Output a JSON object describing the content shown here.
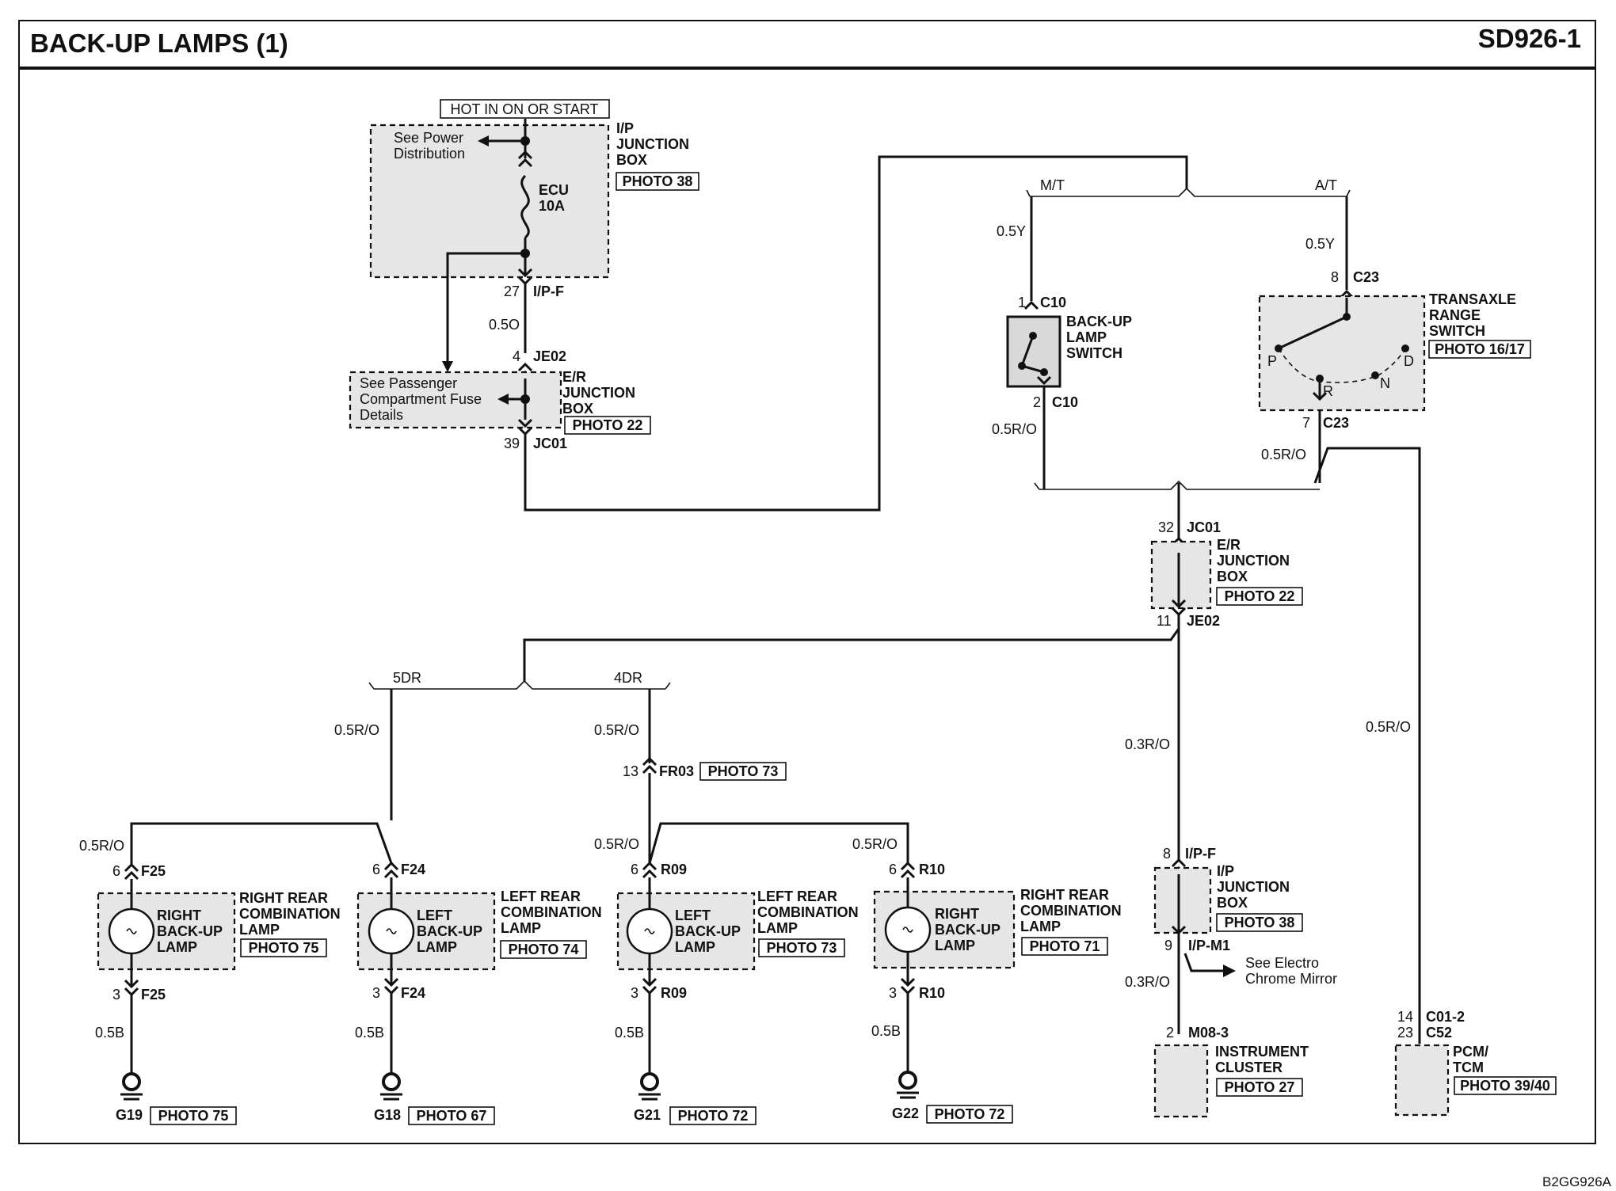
{
  "header": {
    "title": "BACK-UP LAMPS (1)",
    "code": "SD926-1"
  },
  "footer": {
    "ref": "B2GG926A"
  },
  "top": {
    "hot_label": "HOT IN ON OR START",
    "see_power": [
      "See Power",
      "Distribution"
    ],
    "ip_jb": [
      "I/P",
      "JUNCTION",
      "BOX"
    ],
    "ip_jb_photo": "PHOTO 38",
    "fuse": [
      "ECU",
      "10A"
    ],
    "pin27": "27",
    "conn_ipf": "I/P-F",
    "wire_05o": "0.5O",
    "pin4": "4",
    "conn_je02": "JE02",
    "see_pass": [
      "See Passenger",
      "Compartment Fuse",
      "Details"
    ],
    "er_jb": [
      "E/R",
      "JUNCTION",
      "BOX"
    ],
    "er_jb_photo": "PHOTO 22",
    "pin39": "39",
    "conn_jc01": "JC01"
  },
  "trans": {
    "mt": "M/T",
    "at": "A/T",
    "wire_05y": "0.5Y",
    "pin1": "1",
    "c10": "C10",
    "pin2": "2",
    "backup_switch": [
      "BACK-UP",
      "LAMP",
      "SWITCH"
    ],
    "wire_05ro": "0.5R/O",
    "pin8": "8",
    "c23": "C23",
    "pin7": "7",
    "trs": [
      "TRANSAXLE",
      "RANGE",
      "SWITCH"
    ],
    "trs_photo": "PHOTO 16/17",
    "pos_p": "P",
    "pos_r": "R",
    "pos_n": "N",
    "pos_d": "D"
  },
  "mid": {
    "pin32": "32",
    "conn_jc01": "JC01",
    "er_jb": [
      "E/R",
      "JUNCTION",
      "BOX"
    ],
    "er_photo": "PHOTO 22",
    "pin11": "11",
    "conn_je02": "JE02",
    "wire_03ro": "0.3R/O",
    "pin8": "8",
    "conn_ipf": "I/P-F",
    "ip_jb": [
      "I/P",
      "JUNCTION",
      "BOX"
    ],
    "ip_photo": "PHOTO 38",
    "pin9": "9",
    "conn_ipm1": "I/P-M1",
    "see_mirror": [
      "See Electro",
      "Chrome Mirror"
    ],
    "pin2": "2",
    "conn_m083": "M08-3",
    "cluster": [
      "INSTRUMENT",
      "CLUSTER"
    ],
    "cluster_photo": "PHOTO 27",
    "wire_05ro": "0.5R/O",
    "pin14": "14",
    "c012": "C01-2",
    "pin23": "23",
    "c52": "C52",
    "pcm": [
      "PCM/",
      "TCM"
    ],
    "pcm_photo": "PHOTO 39/40"
  },
  "lamps": {
    "dr5": "5DR",
    "dr4": "4DR",
    "wire_05ro": "0.5R/O",
    "wire_05b": "0.5B",
    "pin13": "13",
    "fr03": "FR03",
    "fr03_photo": "PHOTO 73",
    "pin6": "6",
    "pin3": "3",
    "items": [
      {
        "conn": "F25",
        "name": [
          "RIGHT",
          "BACK-UP",
          "LAMP"
        ],
        "desc": [
          "RIGHT REAR",
          "COMBINATION",
          "LAMP"
        ],
        "photo": "PHOTO 75",
        "ground": "G19",
        "ground_photo": "PHOTO 75"
      },
      {
        "conn": "F24",
        "name": [
          "LEFT",
          "BACK-UP",
          "LAMP"
        ],
        "desc": [
          "LEFT REAR",
          "COMBINATION",
          "LAMP"
        ],
        "photo": "PHOTO 74",
        "ground": "G18",
        "ground_photo": "PHOTO 67"
      },
      {
        "conn": "R09",
        "name": [
          "LEFT",
          "BACK-UP",
          "LAMP"
        ],
        "desc": [
          "LEFT REAR",
          "COMBINATION",
          "LAMP"
        ],
        "photo": "PHOTO 73",
        "ground": "G21",
        "ground_photo": "PHOTO 72"
      },
      {
        "conn": "R10",
        "name": [
          "RIGHT",
          "BACK-UP",
          "LAMP"
        ],
        "desc": [
          "RIGHT REAR",
          "COMBINATION",
          "LAMP"
        ],
        "photo": "PHOTO 71",
        "ground": "G22",
        "ground_photo": "PHOTO 72"
      }
    ]
  }
}
